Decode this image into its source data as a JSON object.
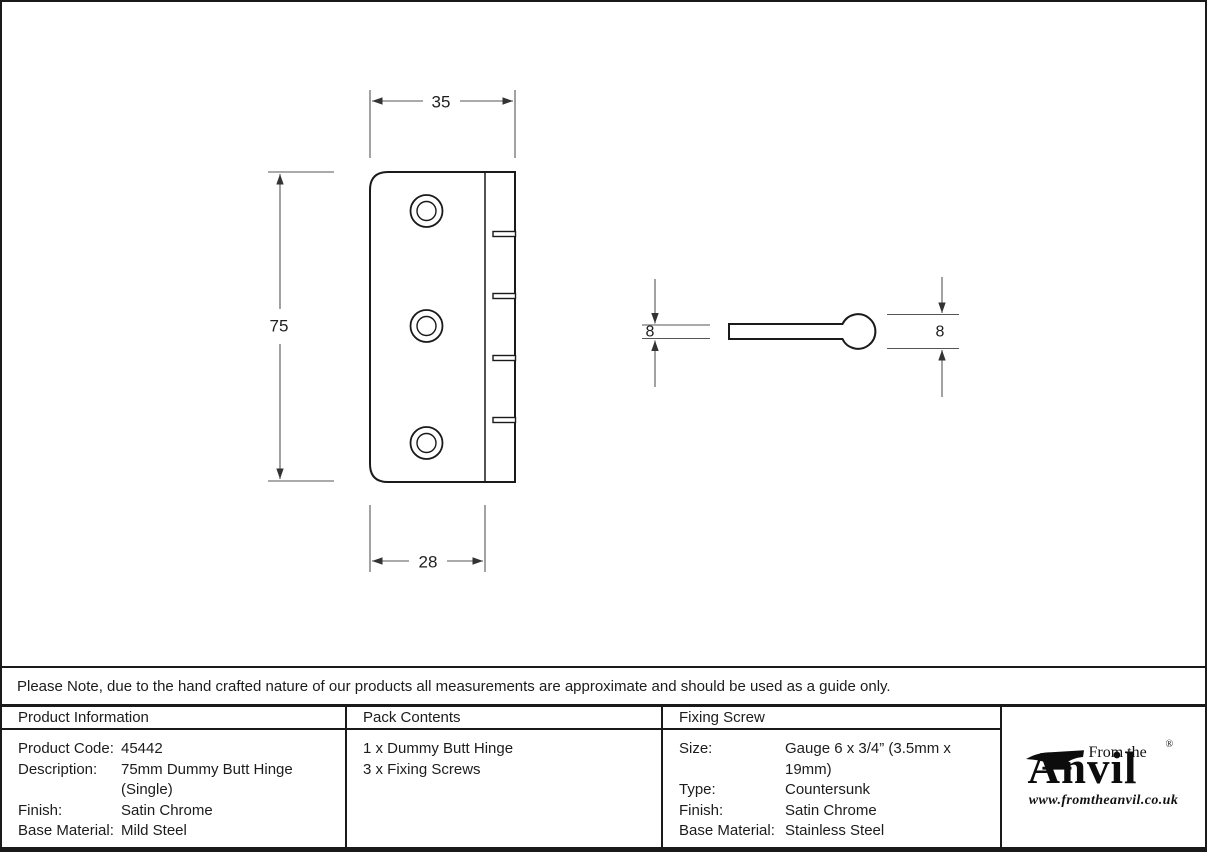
{
  "note": {
    "text": "Please Note, due to the hand crafted nature of our products all measurements are approximate and should be used as a guide only."
  },
  "drawing": {
    "dims": {
      "width": "35",
      "height": "75",
      "leaf_width": "28",
      "thickness": "8",
      "knuckle_diameter": "8"
    }
  },
  "table": {
    "product_information": {
      "header": "Product Information",
      "rows": [
        {
          "label": "Product Code:",
          "value": "45442"
        },
        {
          "label": "Description:",
          "value": "75mm Dummy Butt Hinge (Single)"
        },
        {
          "label": "Finish:",
          "value": "Satin Chrome"
        },
        {
          "label": "Base Material:",
          "value": "Mild Steel"
        }
      ]
    },
    "pack_contents": {
      "header": "Pack Contents",
      "items": [
        "1 x Dummy Butt Hinge",
        "3 x Fixing Screws"
      ]
    },
    "fixing_screw": {
      "header": "Fixing Screw",
      "rows": [
        {
          "label": "Size:",
          "value": "Gauge 6 x 3/4” (3.5mm x 19mm)"
        },
        {
          "label": "Type:",
          "value": "Countersunk"
        },
        {
          "label": "Finish:",
          "value": "Satin Chrome"
        },
        {
          "label": "Base Material:",
          "value": "Stainless Steel"
        }
      ]
    }
  },
  "logo": {
    "tagline": "From the",
    "name": "Anvil",
    "registered": "®",
    "website": "www.fromtheanvil.co.uk"
  }
}
